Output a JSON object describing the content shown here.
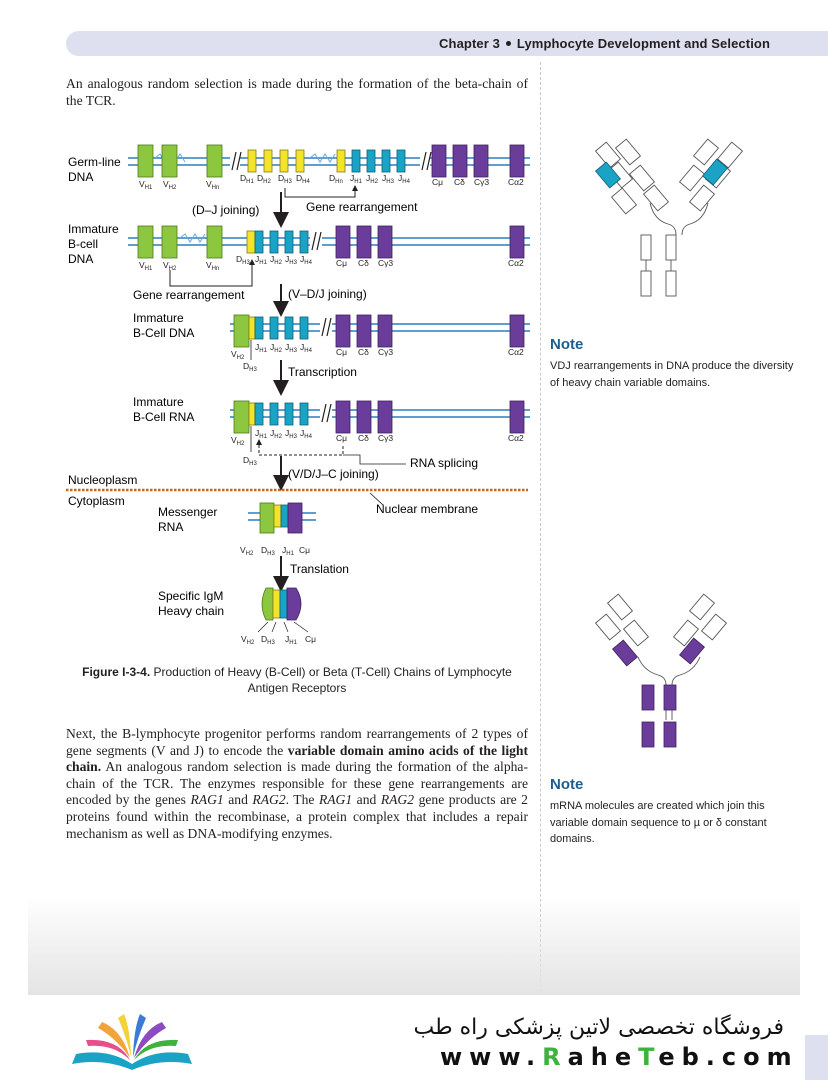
{
  "header": {
    "chapter": "Chapter 3",
    "title": "Lymphocyte Development and Selection"
  },
  "intro_paragraph": "An analogous random selection is made during the formation of the beta-chain of the TCR.",
  "figure": {
    "caption_label": "Figure I-3-4.",
    "caption_text": "Production of Heavy (B-Cell) or Beta (T-Cell) Chains of Lymphocyte Antigen Receptors",
    "stage_labels": {
      "germline": [
        "Germ-line",
        "DNA"
      ],
      "immature_bcell_dna": [
        "Immature",
        "B-cell",
        "DNA"
      ],
      "immature_bcell_dna2": [
        "Immature",
        "B-Cell DNA"
      ],
      "immature_bcell_rna": [
        "Immature",
        "B-Cell RNA"
      ],
      "messenger_rna": [
        "Messenger",
        "RNA"
      ],
      "igm_heavy": [
        "Specific IgM",
        "Heavy chain"
      ]
    },
    "step_labels": {
      "dj_joining": "(D–J  joining)",
      "gene_rearrangement": "Gene rearrangement",
      "vdj_joining": "(V–D/J  joining)",
      "transcription": "Transcription",
      "vdjc_joining": "(V/D/J–C joining)",
      "rna_splicing": "RNA splicing",
      "translation": "Translation"
    },
    "compartments": {
      "nucleoplasm": "Nucleoplasm",
      "cytoplasm": "Cytoplasm",
      "nuclear_membrane": "Nuclear membrane"
    },
    "colors": {
      "v_segment": "#8dc63f",
      "d_segment": "#f2e32b",
      "j_segment": "#1ba3c6",
      "c_segment": "#6a3d9a",
      "dna_line": "#2a7fc1",
      "membrane": "#c26a21"
    }
  },
  "body_paragraph": {
    "part1": "Next, the B-lymphocyte progenitor performs random rearrangements of 2 types of gene segments (V and J) to encode the ",
    "bold": "variable domain amino acids of the light chain.",
    "part2": " An analogous random selection is made during the formation of the alpha-chain of the TCR. The enzymes responsible for these gene rearrangements are encoded by the genes ",
    "rag1": "RAG1",
    "and1": " and ",
    "rag2": "RAG2",
    "part3": ". The ",
    "rag1b": "RAG1",
    "and2": " and ",
    "rag2b": "RAG2",
    "part4": " gene products are 2 proteins found within the recombinase, a protein complex that includes a repair mechanism as well as DNA-modifying enzymes."
  },
  "notes": [
    {
      "title": "Note",
      "text": "VDJ rearrangements in DNA produce the diversity of heavy chain variable domains."
    },
    {
      "title": "Note",
      "text": "mRNA molecules are created which join this variable domain sequence to µ  or δ constant domains."
    }
  ],
  "footer": {
    "shop_name": "فروشگاه تخصصی لاتین پزشکی  راه طب",
    "website_prefix": "www.",
    "website_g1": "R",
    "website_mid": "ahe",
    "website_g2": "T",
    "website_end": "eb.com"
  }
}
